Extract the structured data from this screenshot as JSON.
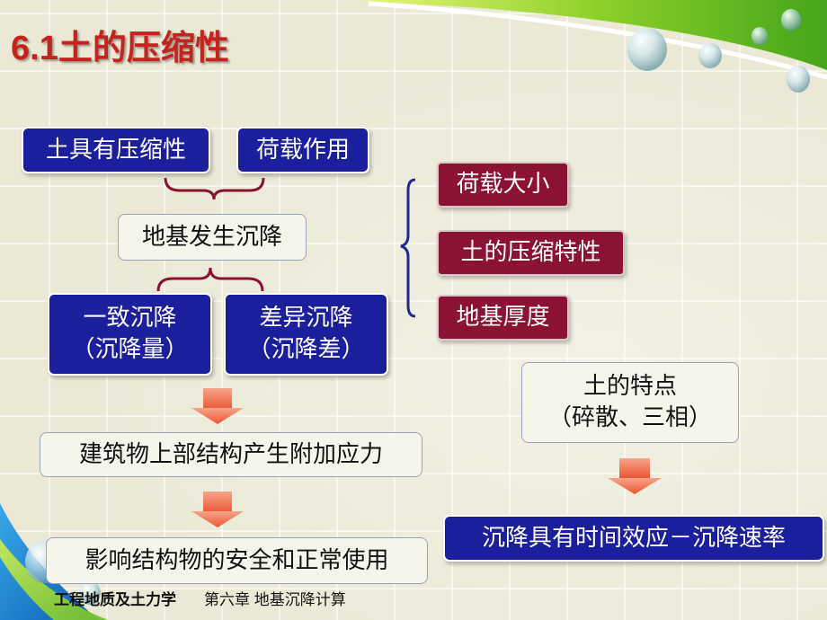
{
  "slide": {
    "title": "6.1土的压缩性",
    "footer": {
      "course": "工程地质及土力学",
      "chapter": "第六章 地基沉降计算"
    }
  },
  "nodes": {
    "compressible": "土具有压缩性",
    "load": "荷载作用",
    "settlement": "地基发生沉降",
    "uniform": {
      "line1": "一致沉降",
      "line2": "（沉降量）"
    },
    "differential": {
      "line1": "差异沉降",
      "line2": "（沉降差）"
    },
    "stress": "建筑物上部结构产生附加应力",
    "safety": "影响结构物的安全和正常使用",
    "factors": [
      "荷载大小",
      "土的压缩特性",
      "地基厚度"
    ],
    "soil_feature": {
      "line1": "土的特点",
      "line2": "（碎散、三相）"
    },
    "time_effect": "沉降具有时间效应－沉降速率"
  },
  "colors": {
    "title": "#c4241d",
    "blue_box": "#1c1f9c",
    "maroon_box": "#8c1233",
    "arrow": "#f06a4a",
    "brace": "#8a1232",
    "brace_right": "#23269c"
  }
}
